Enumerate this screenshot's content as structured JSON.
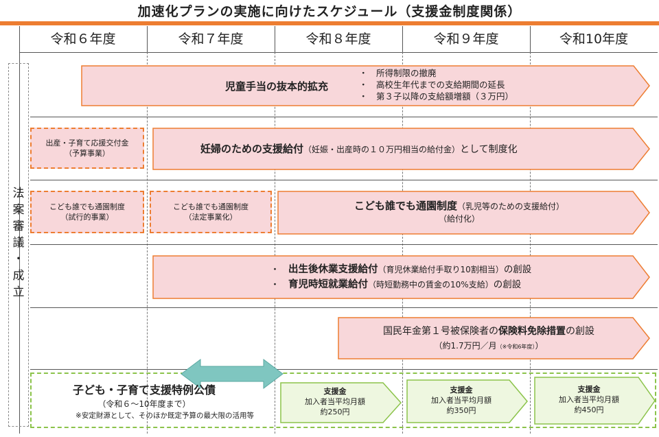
{
  "title": "加速化プランの実施に向けたスケジュール（支援金制度関係）",
  "years": [
    "令和６年度",
    "令和７年度",
    "令和８年度",
    "令和９年度",
    "令和10年度"
  ],
  "side_label": [
    "法",
    "案",
    "審",
    "議",
    "・",
    "成",
    "立"
  ],
  "rows": {
    "child_allowance": {
      "title": "児童手当の抜本的拡充",
      "bullets": [
        "所得制限の撤廃",
        "高校生年代までの支給期間の延長",
        "第３子以降の支給額増額（３万円）"
      ],
      "bullet_mark": "・"
    },
    "pregnancy": {
      "pre_box": [
        "出産・子育て応援交付金",
        "（予算事業）"
      ],
      "title": "妊婦のための支援給付",
      "detail": "（妊娠・出産時の１０万円相当の給付金）",
      "suffix": "として制度化"
    },
    "daycare": {
      "pre_box_1": [
        "こども誰でも通園制度",
        "（試行的事業）"
      ],
      "pre_box_2": [
        "こども誰でも通園制度",
        "（法定事業化）"
      ],
      "title": "こども誰でも通園制度",
      "detail": "（乳児等のための支援給付）",
      "line2": "（給付化）"
    },
    "leave": {
      "item1_title": "出生後休業支援給付",
      "item1_detail": "（育児休業給付手取り10割相当）",
      "item1_suffix": "の創設",
      "item2_title": "育児時短就業給付",
      "item2_detail": "（時短勤務中の賃金の10%支給）",
      "item2_suffix": "の創設",
      "bullet_mark": "・"
    },
    "pension": {
      "prefix": "国民年金第１号被保険者の",
      "title": "保険料免除措置",
      "suffix": "の創設",
      "line2_a": "（約1.7万円／月",
      "line2_note": "（※令和6年度）",
      "line2_b": "）"
    }
  },
  "bond": {
    "title": "子ども・子育て支援特例公債",
    "sub": "（令和６～10年度まで）",
    "note": "※安定財源として、そのほか既定予算の最大限の活用等"
  },
  "support_funds": [
    {
      "title": "支援金",
      "label": "加入者当平均月額",
      "amount": "約250円"
    },
    {
      "title": "支援金",
      "label": "加入者当平均月額",
      "amount": "約350円"
    },
    {
      "title": "支援金",
      "label": "加入者当平均月額",
      "amount": "約450円"
    }
  ],
  "colors": {
    "accent_orange": "#ed7d31",
    "pink_fill": "#f8d7da",
    "green_border": "#8bc34a",
    "green_fill": "#eef7e0",
    "teal_arrow": "#7fc6c0"
  }
}
